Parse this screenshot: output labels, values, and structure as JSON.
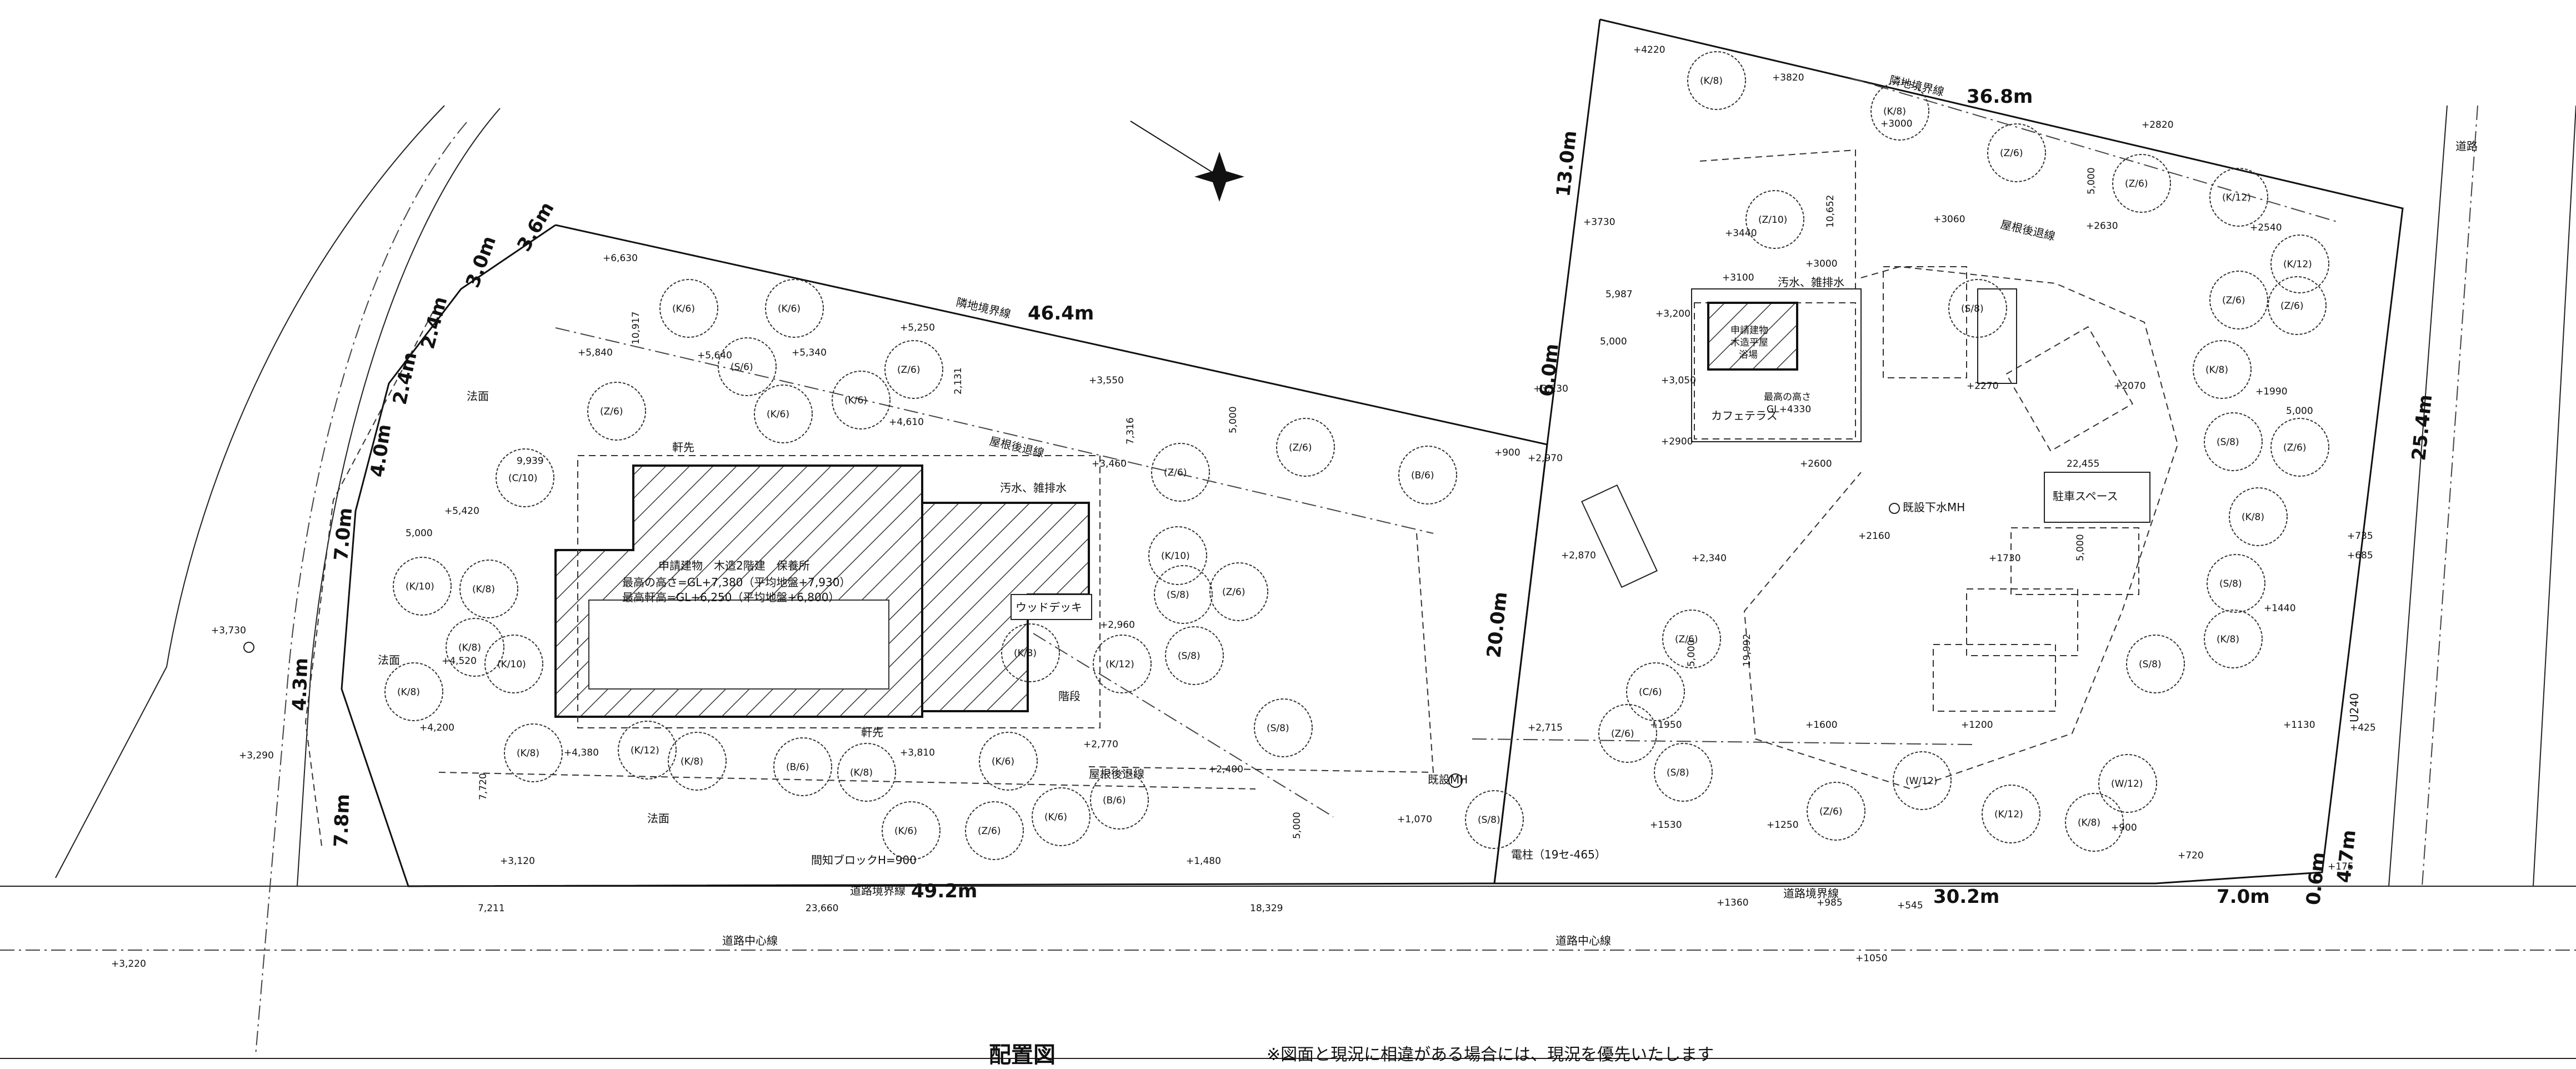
{
  "caption": "配置図",
  "note": "※図面と現況に相違がある場合には、現況を優先いたします",
  "boundary_dims": [
    "46.4m",
    "3.6m",
    "3.0m",
    "2.4m",
    "2.4m",
    "4.0m",
    "7.0m",
    "4.3m",
    "7.8m",
    "49.2m",
    "20.0m",
    "6.0m",
    "13.0m",
    "36.8m",
    "25.4m",
    "4.7m",
    "0.6m",
    "7.0m",
    "30.2m"
  ],
  "texts": {
    "main_building": "申請建物　木造2階建　保養所",
    "main_height": "最高の高さ=GL+7,380（平均地盤+7,930）",
    "main_eave": "最高軒高=GL+6,250（平均地盤+6,800）",
    "bath_building": "申請建物",
    "bath_sub1": "木造平屋",
    "bath_sub2": "浴場",
    "bath_height": "最高の高さ",
    "bath_height_val": "GL+4330",
    "cafe": "カフェテラス",
    "wood_deck": "ウッドデッキ",
    "stairs": "階段",
    "parking": "駐車スペース",
    "manhole": "既設MH",
    "manhole2": "既設下水MH",
    "pole": "電柱（19セ-465）",
    "block": "間知ブロックH=900",
    "road_boundary": "道路境界線",
    "road_center": "道路中心線",
    "road": "道路",
    "neighbor": "隣地境界線",
    "setback": "屋根後退線",
    "slope": "法面",
    "eave": "軒先",
    "drain": "汚水、雑排水",
    "u240": "U240"
  },
  "levels": [
    "+6,630",
    "+5,840",
    "+5,640",
    "+5,340",
    "+5,250",
    "+3,550",
    "+4,610",
    "+3,460",
    "+5,420",
    "+3,730",
    "+4,520",
    "+4,200",
    "+3,290",
    "+4,380",
    "+3,810",
    "+2,960",
    "+2,770",
    "+2,400",
    "+1,070",
    "+1,480",
    "+3,120",
    "+3,220",
    "+2,715",
    "+900",
    "+2,970",
    "+2,870",
    "+2,340",
    "+3,230",
    "+3,050",
    "+3,200",
    "+3100",
    "+3440",
    "+3000",
    "+2900",
    "+2600",
    "+2160",
    "+1730",
    "+1950",
    "+1530",
    "+1360",
    "+985",
    "+545",
    "+1050",
    "+4220",
    "+3820",
    "+3000",
    "+2820",
    "+3730",
    "+3060",
    "+2630",
    "+2540",
    "+2270",
    "+2070",
    "+1990",
    "+735",
    "+685",
    "+1440",
    "+1200",
    "+1130",
    "+425",
    "+1600",
    "+1250",
    "+900",
    "+720",
    "+175"
  ],
  "tree_labels": [
    "(K/6)",
    "(K/6)",
    "(S/6)",
    "(K/6)",
    "(Z/6)",
    "(K/6)",
    "(Z/6)",
    "(C/10)",
    "(K/8)",
    "(K/10)",
    "(K/8)",
    "(K/10)",
    "(K/8)",
    "(K/8)",
    "(K/12)",
    "(K/8)",
    "(B/6)",
    "(K/8)",
    "(K/6)",
    "(Z/6)",
    "(K/10)",
    "(S/8)",
    "(Z/6)",
    "(B/6)",
    "(Z/6)",
    "(K/12)",
    "(S/8)",
    "(K/8)",
    "(K/6)",
    "(B/6)",
    "(K/6)",
    "(Z/6)",
    "(S/8)",
    "(S/8)",
    "(K/8)",
    "(Z/10)",
    "(K/8)",
    "(Z/6)",
    "(Z/6)",
    "(S/8)",
    "(K/12)",
    "(K/12)",
    "(Z/6)",
    "(Z/6)",
    "(K/8)",
    "(K/8)",
    "(S/8)",
    "(Z/6)",
    "(S/8)",
    "(K/8)",
    "(W/12)",
    "(K/12)",
    "(S/8)",
    "(W/12)",
    "(K/8)",
    "(Z/6)",
    "(C/6)",
    "(Z/6)",
    "(S/8)",
    "(Z/6)"
  ],
  "inner_dims": [
    "10,917",
    "9,939",
    "5,000",
    "7,720",
    "7,211",
    "23,660",
    "18,329",
    "5,000",
    "7,316",
    "5,000",
    "2,131",
    "5,000",
    "19,992",
    "5,987",
    "5,000",
    "10,652",
    "22,455",
    "5,000",
    "5,000",
    "5,000"
  ]
}
